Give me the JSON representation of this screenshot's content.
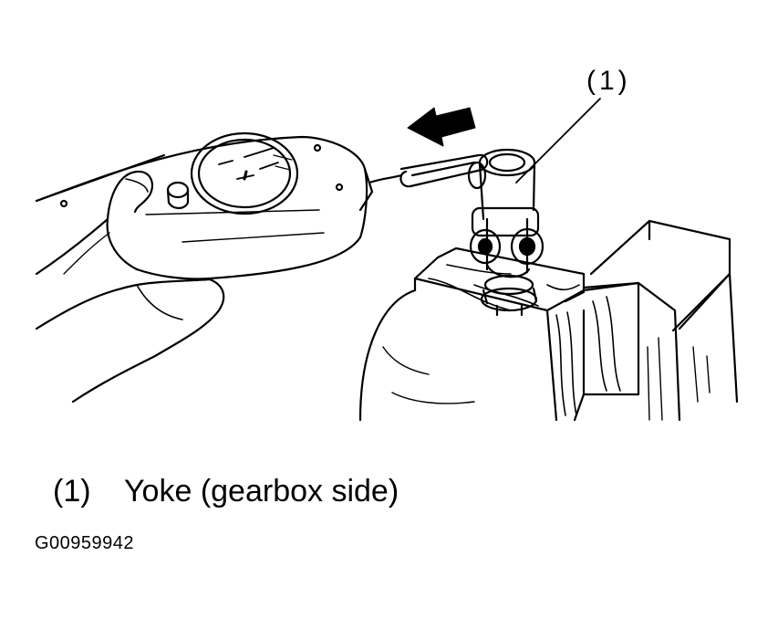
{
  "callout": {
    "label": "(1)"
  },
  "legend": {
    "items": [
      {
        "id": "(1)",
        "text": "Yoke (gearbox side)"
      }
    ]
  },
  "figure": {
    "code": "G00959942"
  },
  "colors": {
    "line": "#000000",
    "background": "#ffffff"
  }
}
